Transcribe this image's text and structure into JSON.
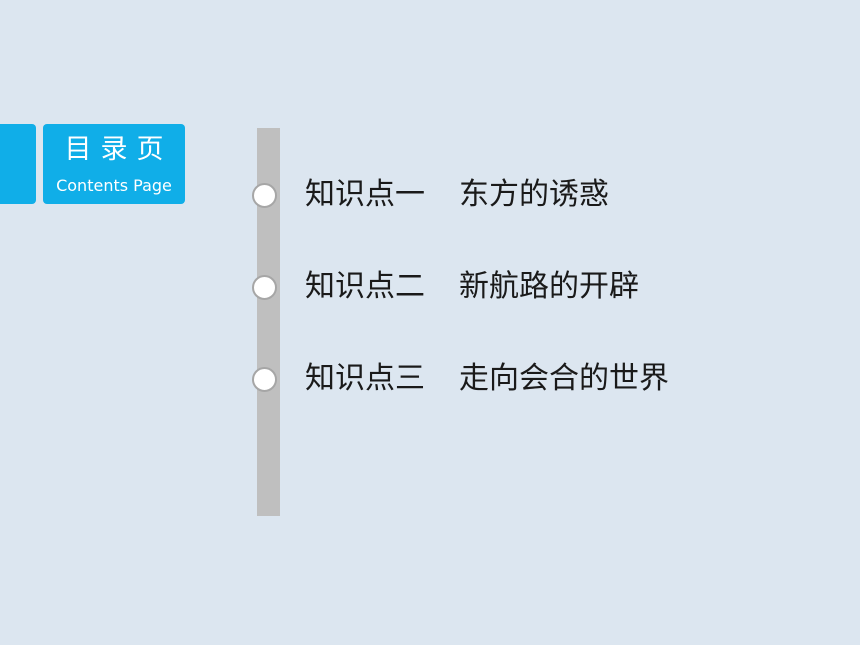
{
  "header": {
    "title": "目录页",
    "subtitle": "Contents Page"
  },
  "toc": {
    "items": [
      {
        "label": "知识点一",
        "topic": "东方的诱惑"
      },
      {
        "label": "知识点二",
        "topic": "新航路的开辟"
      },
      {
        "label": "知识点三",
        "topic": "走向会合的世界"
      }
    ]
  },
  "colors": {
    "accent": "#10aee8",
    "background": "#dce6f0",
    "timeline": "#bfbfbf"
  }
}
